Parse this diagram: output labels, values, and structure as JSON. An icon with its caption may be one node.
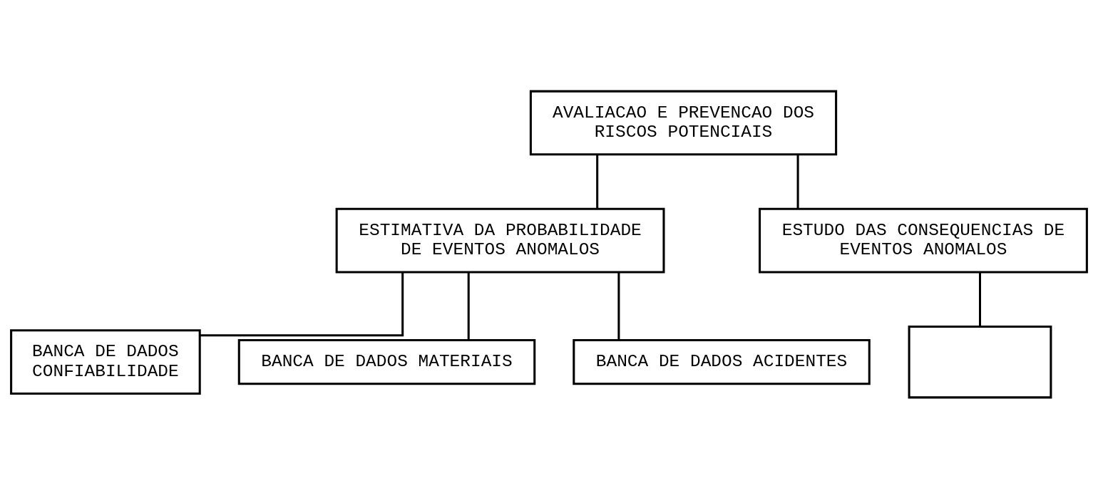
{
  "diagram": {
    "nodes": [
      {
        "text": [
          "AVALIACAO E PREVENCAO DOS RISCOS POTENCIAIS"
        ]
      },
      {
        "text": [
          "ESTIMATIVA DA PROBABILIDADE DE EVENTOS ANOMALOS"
        ]
      },
      {
        "text": [
          "ESTUDO DAS CONSEQUENCIAS DE EVENTOS ANOMALOS"
        ]
      },
      {
        "text": [
          "BANCA DE DADOS CONFIABILIDADE"
        ]
      },
      {
        "text": [
          "BANCA DE DADOS MATERIAIS"
        ]
      },
      {
        "text": [
          "BANCA DE DADOS ACIDENTES"
        ]
      },
      {
        "text": [],
        "shape": "box"
      }
    ],
    "edges": [
      {
        "from": 0,
        "to": 1,
        "arrow": "none"
      },
      {
        "from": 0,
        "to": 2,
        "arrow": "none"
      },
      {
        "from": 1,
        "to": 3,
        "arrow": "none"
      },
      {
        "from": 1,
        "to": 4,
        "arrow": "none"
      },
      {
        "from": 1,
        "to": 5,
        "arrow": "none"
      },
      {
        "from": 2,
        "to": 6,
        "arrow": "none"
      }
    ]
  }
}
